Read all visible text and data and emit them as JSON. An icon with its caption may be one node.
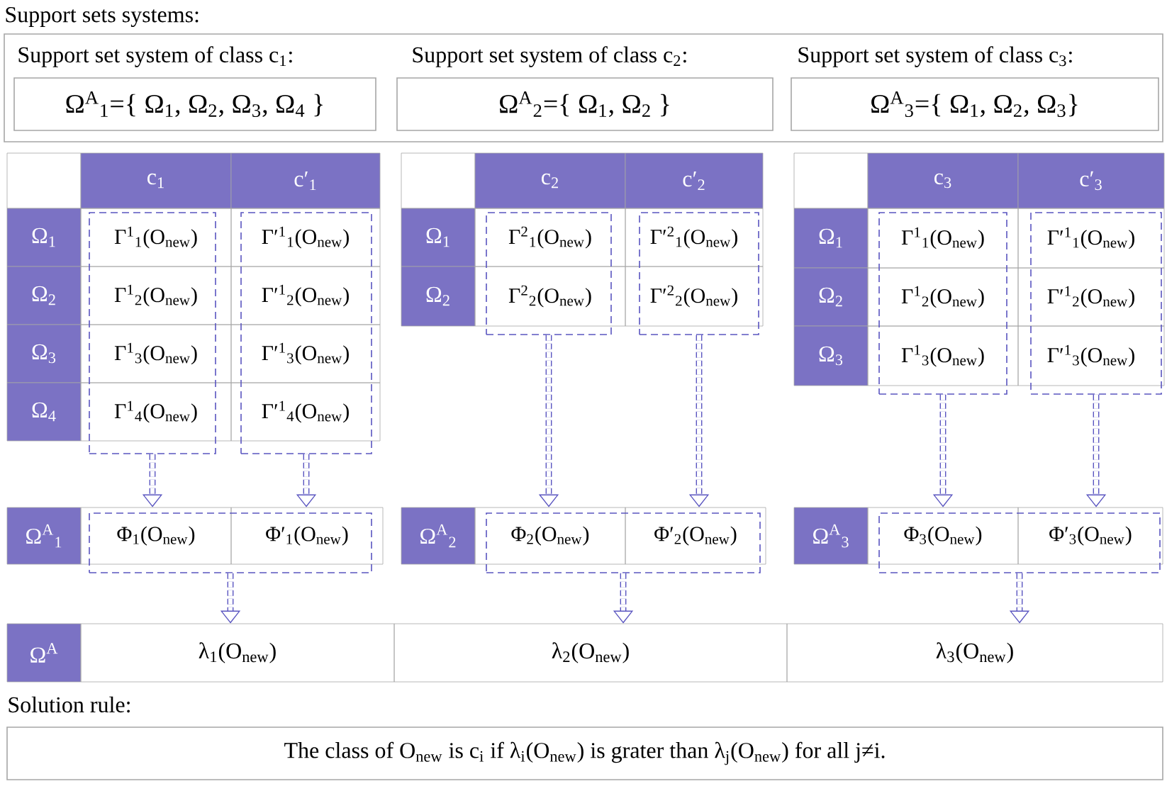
{
  "diagram": {
    "nodes": [
      {
        "text": [
          "Support sets systems:"
        ]
      },
      {
        "text": [
          "Support set system of class c$_{1}$:",
          "Ω$^{A}$$_{1}$={ Ω$_{1}$, Ω$_{2}$, Ω$_{3}$, Ω$_{4}$ }"
        ],
        "in": 0
      },
      {
        "text": [
          "Support set system of class c$_{2}$:",
          "Ω$^{A}$$_{2}$={ Ω$_{1}$, Ω$_{2}$ }"
        ],
        "in": 0
      },
      {
        "text": [
          "Support set system of class c$_{3}$:",
          "Ω$^{A}$$_{3}$={ Ω$_{1}$, Ω$_{2}$, Ω$_{3}$}"
        ],
        "in": 0
      },
      {
        "text": [],
        "shape": "box"
      },
      {
        "text": [],
        "shape": "box"
      },
      {
        "text": [],
        "shape": "box"
      },
      {
        "text": [],
        "shape": "box"
      },
      {
        "text": [],
        "shape": "box"
      },
      {
        "text": [],
        "shape": "box"
      },
      {
        "text": [],
        "shape": "box"
      },
      {
        "text": [
          "Φ$_{1}$(O$_{new}$)"
        ],
        "in": 10
      },
      {
        "text": [
          "Φ′$_{1}$(O$_{new}$)"
        ],
        "in": 10
      },
      {
        "text": [],
        "shape": "box"
      },
      {
        "text": [
          "Φ$_{2}$(O$_{new}$)"
        ],
        "in": 13
      },
      {
        "text": [
          "Φ′$_{2}$(O$_{new}$)"
        ],
        "in": 13
      },
      {
        "text": [],
        "shape": "box"
      },
      {
        "text": [
          "Φ$_{3}$(O$_{new}$)"
        ],
        "in": 16
      },
      {
        "text": [
          "Φ′$_{3}$(O$_{new}$)"
        ],
        "in": 16
      },
      {
        "text": [
          "λ$_{1}$(O$_{new}$)"
        ]
      },
      {
        "text": [
          "λ$_{2}$(O$_{new}$)"
        ]
      },
      {
        "text": [
          "λ$_{3}$(O$_{new}$)"
        ]
      },
      {
        "text": [
          "Solution rule:",
          "The class of O$_{new}$ is c$_{i}$ if λ$_{i}$(O$_{new}$) is grater than λ$_{j}$(O$_{new}$) for all j≠i."
        ]
      }
    ],
    "edges": [
      {
        "from": 4,
        "to": 11,
        "arrow": "to",
        "style": "dashed"
      },
      {
        "from": 5,
        "to": 12,
        "arrow": "to",
        "style": "dashed"
      },
      {
        "from": 6,
        "to": 14,
        "arrow": "to",
        "style": "dashed"
      },
      {
        "from": 7,
        "to": 15,
        "arrow": "to",
        "style": "dashed"
      },
      {
        "from": 8,
        "to": 17,
        "arrow": "to",
        "style": "dashed"
      },
      {
        "from": 9,
        "to": 18,
        "arrow": "to",
        "style": "dashed"
      },
      {
        "from": 10,
        "to": 19,
        "arrow": "to",
        "style": "dashed"
      },
      {
        "from": 13,
        "to": 20,
        "arrow": "to",
        "style": "dashed"
      },
      {
        "from": 16,
        "to": 21,
        "arrow": "to",
        "style": "dashed"
      }
    ],
    "labels": [
      "c$_{1}$",
      "c′$_{1}$",
      "Ω$_{1}$",
      "Γ$^{1}$$_{1}$(O$_{new}$)",
      "Γ′$^{1}$$_{1}$(O$_{new}$)",
      "Ω$_{2}$",
      "Γ$^{1}$$_{2}$(O$_{new}$)",
      "Γ′$^{1}$$_{2}$(O$_{new}$)",
      "Ω$_{3}$",
      "Γ$^{1}$$_{3}$(O$_{new}$)",
      "Γ′$^{1}$$_{3}$(O$_{new}$)",
      "Ω$_{4}$",
      "Γ$^{1}$$_{4}$(O$_{new}$)",
      "Γ′$^{1}$$_{4}$(O$_{new}$)",
      "c$_{2}$",
      "c′$_{2}$",
      "Ω$_{1}$",
      "Γ$^{2}$$_{1}$(O$_{new}$)",
      "Γ′$^{2}$$_{1}$(O$_{new}$)",
      "Ω$_{2}$",
      "Γ$^{2}$$_{2}$(O$_{new}$)",
      "Γ′$^{2}$$_{2}$(O$_{new}$)",
      "c$_{3}$",
      "c′$_{3}$",
      "Ω$_{1}$",
      "Γ$^{1}$$_{1}$(O$_{new}$)",
      "Γ′$^{1}$$_{1}$(O$_{new}$)",
      "Ω$_{2}$",
      "Γ$^{1}$$_{2}$(O$_{new}$)",
      "Γ′$^{1}$$_{2}$(O$_{new}$)",
      "Ω$_{3}$",
      "Γ$^{1}$$_{3}$(O$_{new}$)",
      "Γ′$^{1}$$_{3}$(O$_{new}$)",
      "Ω$^{A}$$_{1}$",
      "Ω$^{A}$$_{2}$",
      "Ω$^{A}$$_{3}$",
      "Ω$^{A}$"
    ]
  }
}
